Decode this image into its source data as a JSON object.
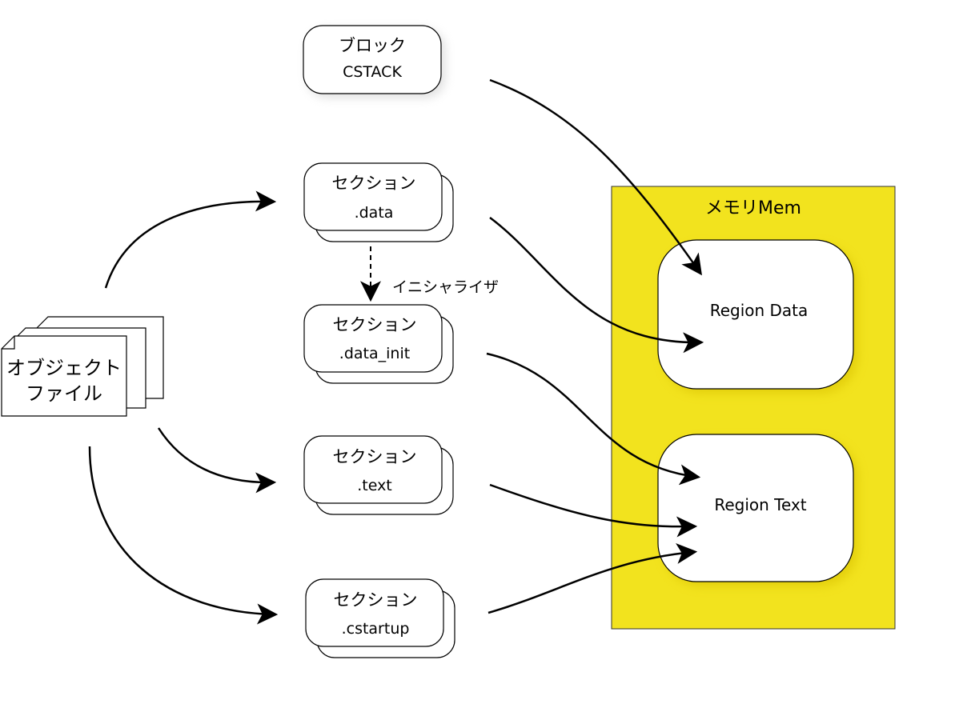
{
  "block": {
    "title": "ブロック",
    "name": "CSTACK"
  },
  "sections": [
    {
      "id": "data",
      "title": "セクション",
      "name": ".data"
    },
    {
      "id": "data_init",
      "title": "セクション",
      "name": ".data_init"
    },
    {
      "id": "text",
      "title": "セクション",
      "name": ".text"
    },
    {
      "id": "cstartup",
      "title": "セクション",
      "name": ".cstartup"
    }
  ],
  "initializer_label": "イニシャライザ",
  "object_file": {
    "line1": "オブジェクト",
    "line2": "ファイル"
  },
  "memory": {
    "label": "メモリMem",
    "fill": "#f2e31e",
    "regions": [
      {
        "id": "data",
        "label": "Region Data"
      },
      {
        "id": "text",
        "label": "Region Text"
      }
    ]
  }
}
